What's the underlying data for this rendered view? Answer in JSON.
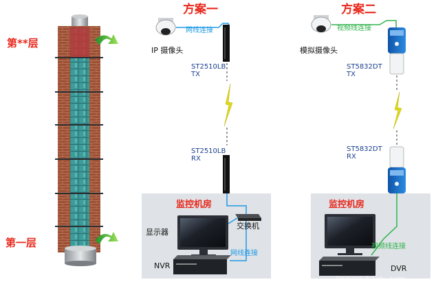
{
  "floors": {
    "top": "第**层",
    "bottom": "第一层"
  },
  "scheme1": {
    "title": "方案一",
    "camera_label": "IP 摄像头",
    "link_top": "网线连接",
    "tx_model": "ST2510LB",
    "tx_suffix": "TX",
    "rx_model": "ST2510LB",
    "rx_suffix": "RX",
    "room_title": "监控机房",
    "switch_label": "交换机",
    "monitor_label": "显示器",
    "recorder_label": "NVR",
    "link_bottom": "网线连接"
  },
  "scheme2": {
    "title": "方案二",
    "camera_label": "模拟摄像头",
    "link_top": "视频线连接",
    "tx_model": "ST5832DT",
    "tx_suffix": "TX",
    "rx_model": "ST5832DT",
    "rx_suffix": "RX",
    "room_title": "监控机房",
    "recorder_label": "DVR",
    "link_bottom": "视频线连接"
  },
  "watermark": "jingyan.baidu.com",
  "colors": {
    "title_red": "#e8281c",
    "ethernet_blue": "#1e9ae6",
    "video_green": "#2fb34a",
    "model_blue": "#1b3f8f",
    "room_bg": "#dfe2e6",
    "brick": "#a0553a",
    "shaft_glass": "#47a9a8"
  }
}
